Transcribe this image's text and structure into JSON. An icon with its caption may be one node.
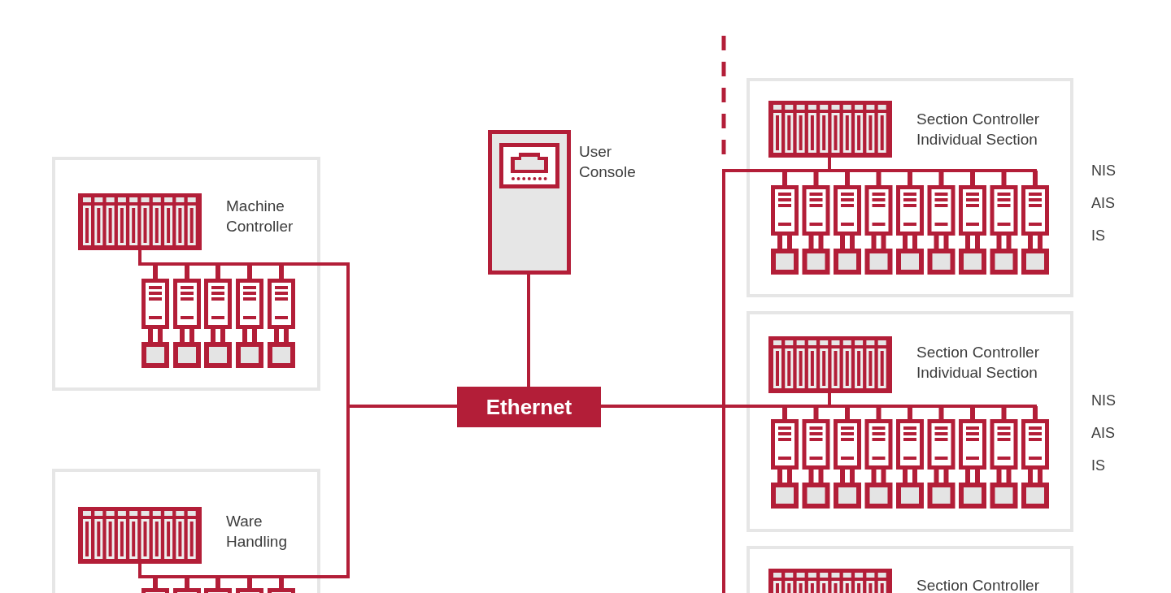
{
  "diagram": {
    "nodes": [
      {
        "text": [
          "Machine Controller"
        ]
      },
      {
        "text": [],
        "shape": "picture",
        "in": 0
      },
      {
        "text": [
          "Ware Handling"
        ]
      },
      {
        "text": [],
        "shape": "picture",
        "in": 2
      },
      {
        "text": [
          "User Console"
        ]
      },
      {
        "text": [
          "Ethernet"
        ]
      },
      {
        "text": [
          "Section Controller Individual Section"
        ],
        "beside": [
          "NIS",
          "AIS",
          "IS"
        ]
      },
      {
        "text": [],
        "shape": "picture",
        "in": 6
      },
      {
        "text": [
          "Section Controller Individual Section"
        ],
        "beside": [
          "NIS",
          "AIS",
          "IS"
        ]
      },
      {
        "text": [],
        "shape": "picture",
        "in": 8
      },
      {
        "text": [
          "Section Controller"
        ]
      },
      {
        "text": [],
        "shape": "picture",
        "in": 10
      }
    ],
    "edges": [
      {
        "from": 1,
        "to": 5,
        "arrow": "none"
      },
      {
        "from": 3,
        "to": 5,
        "arrow": "none"
      },
      {
        "from": 4,
        "to": 5,
        "arrow": "none"
      },
      {
        "from": 7,
        "to": 5,
        "arrow": "none"
      },
      {
        "from": 9,
        "to": 5,
        "arrow": "none"
      },
      {
        "from": 5,
        "to": null,
        "arrow": "none"
      }
    ]
  }
}
